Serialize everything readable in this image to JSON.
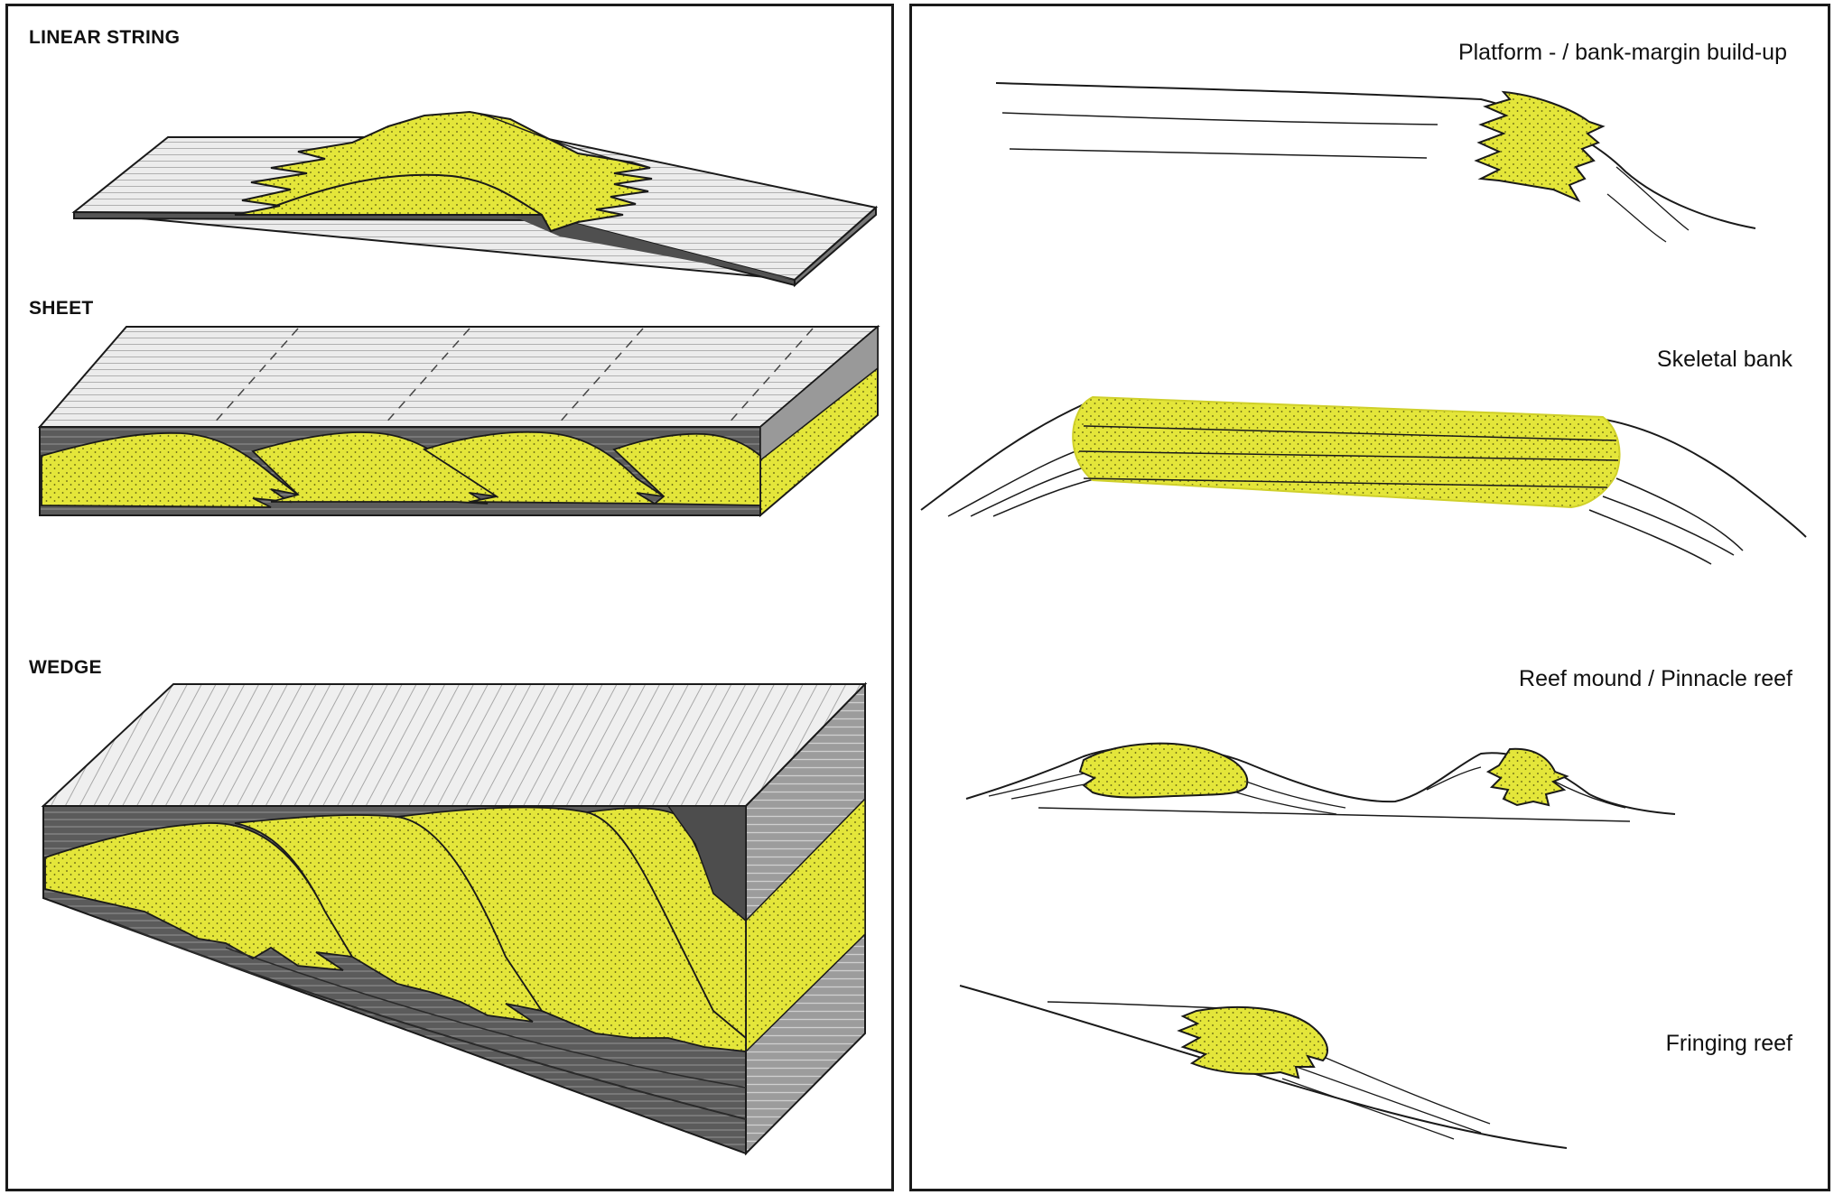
{
  "left_panel": {
    "labels": {
      "linear_string": "LINEAR STRING",
      "sheet": "SHEET",
      "wedge": "WEDGE"
    }
  },
  "right_panel": {
    "labels": {
      "platform": "Platform - / bank-margin build-up",
      "skeletal_bank": "Skeletal bank",
      "reef_mound": "Reef mound / Pinnacle reef",
      "fringing_reef": "Fringing reef"
    }
  },
  "colors": {
    "carbonate_fill": "#e4e63a",
    "dark_gray": "#555555",
    "mid_gray": "#9a9a9a",
    "light_gray": "#e9e9e9",
    "outline": "#1a1a1a"
  }
}
